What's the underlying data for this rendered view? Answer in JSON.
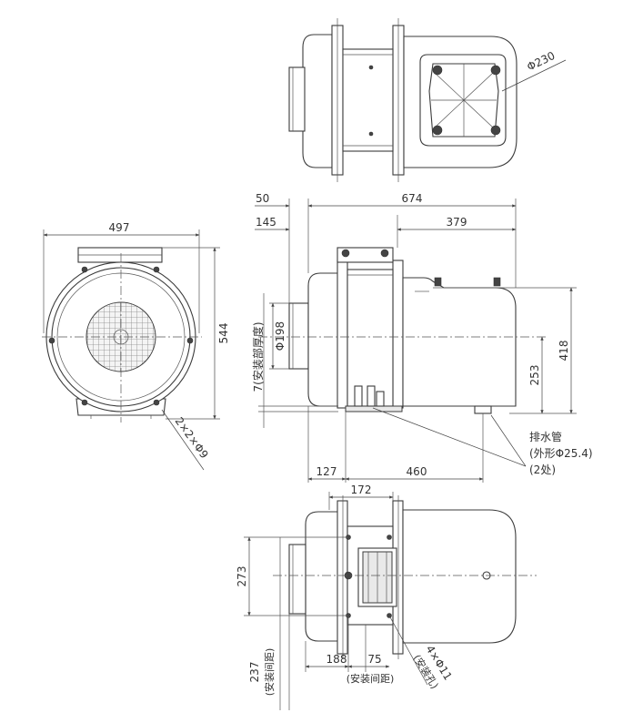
{
  "dimensions": {
    "phi230": "Φ230",
    "d50": "50",
    "d674": "674",
    "d145": "145",
    "d379": "379",
    "d497": "497",
    "d544": "544",
    "d418": "418",
    "d253": "253",
    "phi198": "Φ198",
    "install_thickness": "7(安装部厚度)",
    "holes_2x2": "2×2×Φ9",
    "d127": "127",
    "d460": "460",
    "d172": "172",
    "d273": "273",
    "d188": "188",
    "d75": "75",
    "d237": "237",
    "spacing_paren_v": "(安装间距)",
    "spacing_paren_h": "(安装间距)",
    "holes_4x": "4×Φ11",
    "holes_4x_paren": "(安装孔)"
  },
  "drain": {
    "title": "排水管",
    "spec": "(外形Φ25.4)",
    "count": "(2处)"
  }
}
